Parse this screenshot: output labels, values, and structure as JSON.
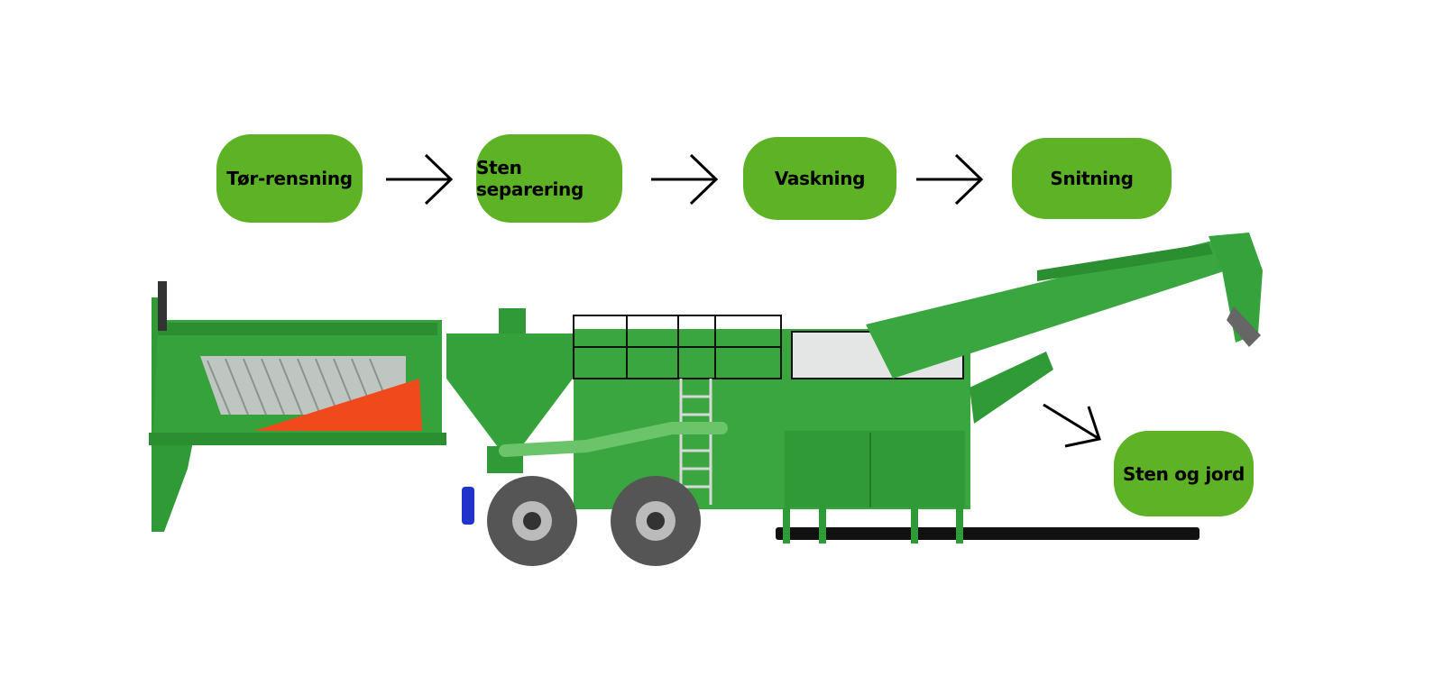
{
  "process": {
    "steps": [
      {
        "label": "Tør-rensning"
      },
      {
        "label": "Sten separering"
      },
      {
        "label": "Vaskning"
      },
      {
        "label": "Snitning"
      }
    ],
    "output": {
      "label": "Sten og jord"
    }
  },
  "colors": {
    "step_fill": "#5db225",
    "machine_green": "#3a9e3c",
    "machine_dark_green": "#2a7f2e",
    "accent_orange": "#f04a1c",
    "arrow": "#000000"
  }
}
